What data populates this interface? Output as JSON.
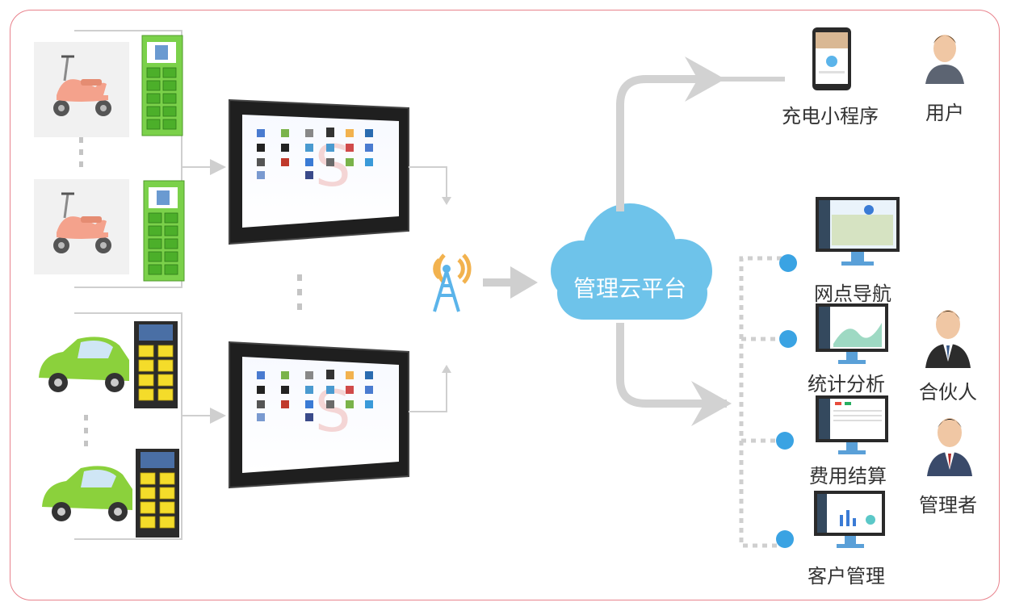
{
  "cloud": {
    "label": "管理云平台"
  },
  "user_branch": {
    "app_label": "充电小程序",
    "role_label": "用户"
  },
  "platform_modules": [
    {
      "label": "网点导航"
    },
    {
      "label": "统计分析"
    },
    {
      "label": "费用结算"
    },
    {
      "label": "客户管理"
    }
  ],
  "roles": [
    {
      "label": "合伙人"
    },
    {
      "label": "管理者"
    }
  ],
  "colors": {
    "frame_border": "#e8828c",
    "cloud": "#6ec3ea",
    "arrow": "#cfcfcf",
    "dot_blue": "#3aa3e3",
    "scooter": "#f4a28c",
    "cabinet_green": "#7bd14a",
    "car_green": "#8bd13c",
    "cabinet_yellow": "#f4dc2a",
    "antenna_orange": "#f2b24e",
    "antenna_blue": "#5bb4ea"
  }
}
